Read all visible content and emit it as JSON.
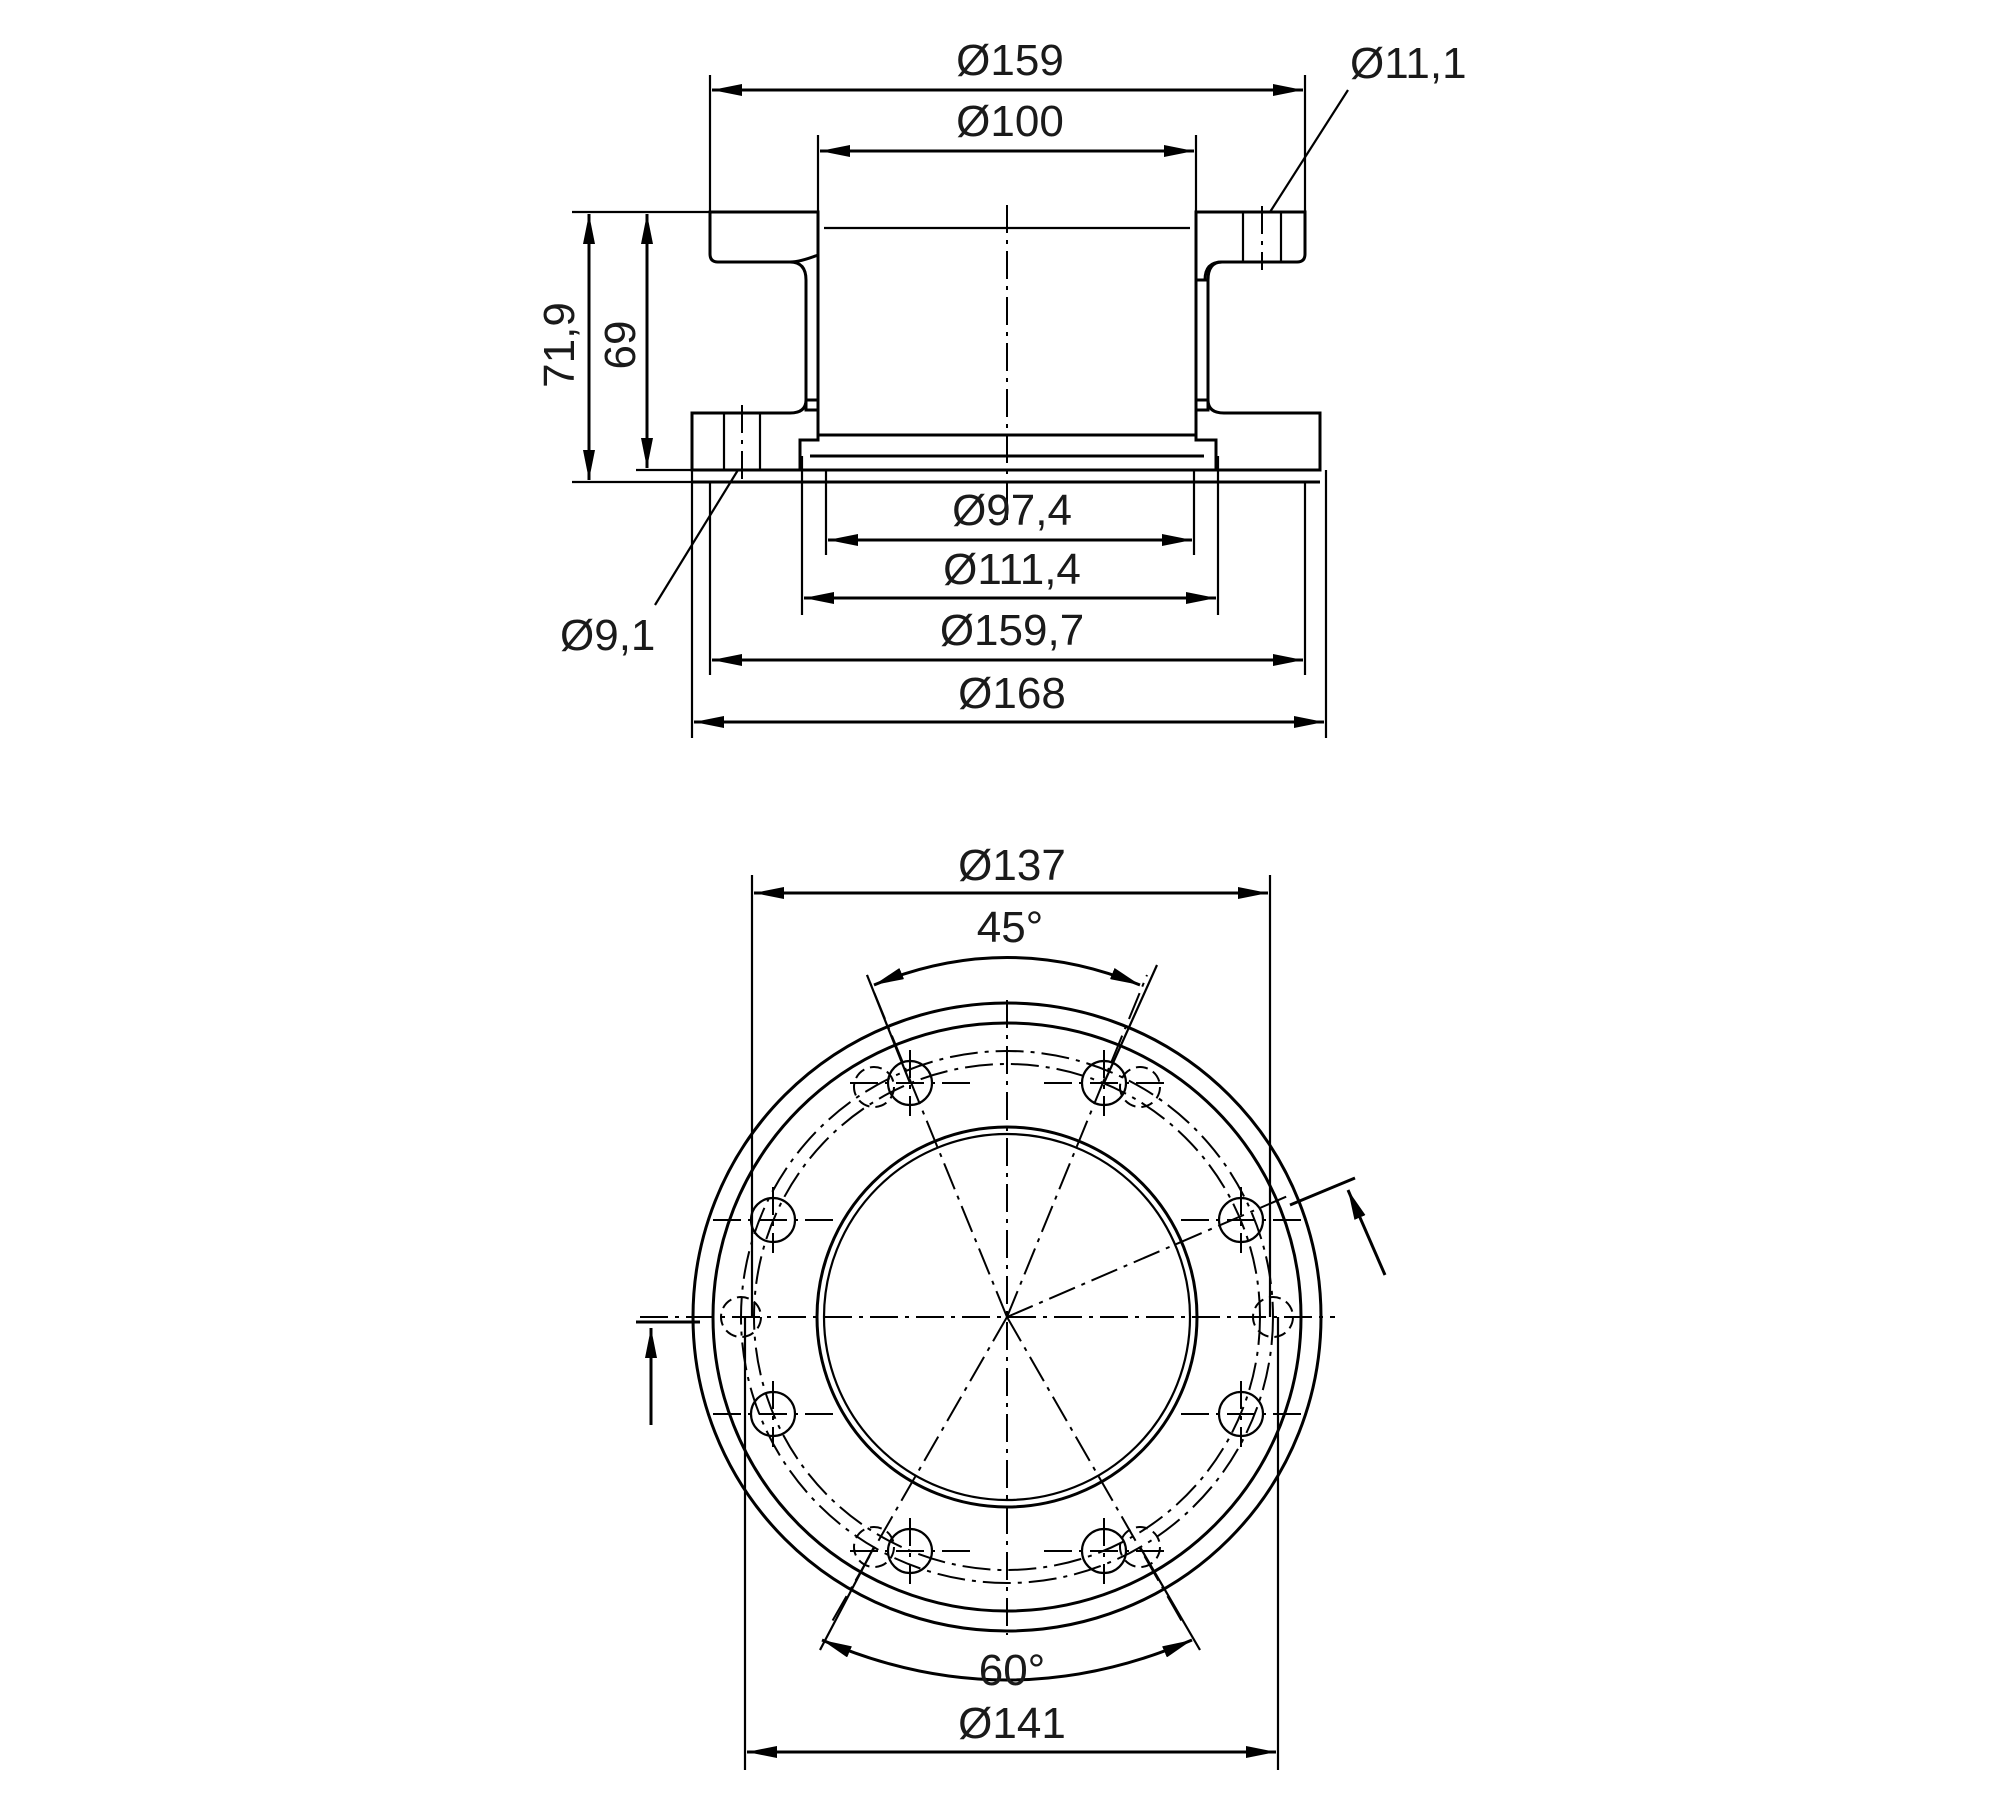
{
  "drawing": {
    "section_view": {
      "dimensions": {
        "d159": "Ø159",
        "d100": "Ø100",
        "d11_1": "Ø11,1",
        "h71_9": "71,9",
        "h69": "69",
        "d97_4": "Ø97,4",
        "d111_4": "Ø111,4",
        "d9_1": "Ø9,1",
        "d159_7": "Ø159,7",
        "d168": "Ø168"
      }
    },
    "plan_view": {
      "dimensions": {
        "d137": "Ø137",
        "a45": "45°",
        "a60": "60°",
        "d141": "Ø141"
      }
    },
    "line_color": "#000000",
    "background": "#ffffff"
  }
}
